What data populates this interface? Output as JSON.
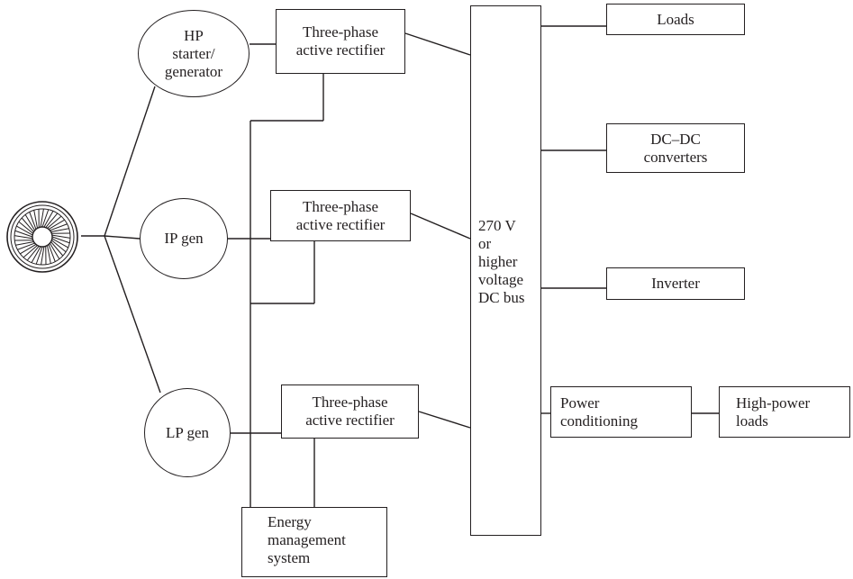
{
  "sources": {
    "hp": [
      "HP",
      "starter/",
      "generator"
    ],
    "ip": [
      "IP gen"
    ],
    "lp": [
      "LP gen"
    ]
  },
  "rectifiers": {
    "top": [
      "Three-phase",
      "active rectifier"
    ],
    "mid": [
      "Three-phase",
      "active rectifier"
    ],
    "bottom": [
      "Three-phase",
      "active rectifier"
    ]
  },
  "dc_bus": [
    "270 V",
    "or",
    "higher",
    "voltage",
    "DC bus"
  ],
  "outputs": {
    "loads": [
      "Loads"
    ],
    "dcdc": [
      "DC–DC",
      "converters"
    ],
    "inverter": [
      "Inverter"
    ],
    "power_conditioning": [
      "Power",
      "conditioning"
    ],
    "high_power_loads": [
      "High-power",
      "loads"
    ]
  },
  "energy_management": [
    "Energy",
    "management",
    "system"
  ]
}
